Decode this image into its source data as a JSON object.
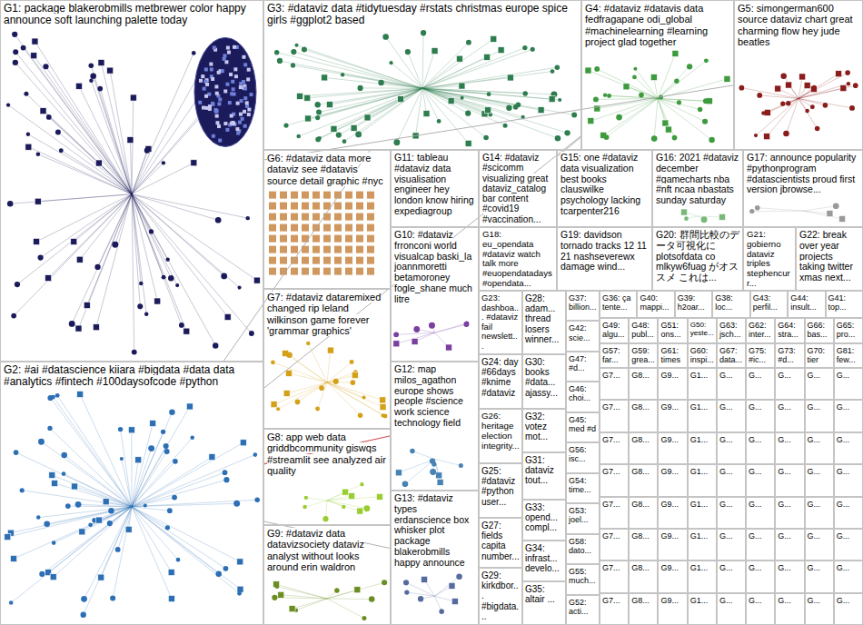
{
  "diagram": {
    "nodes": [
      {
        "text": [
          "G1: package blakerobmills metbrewer color happy announce soft launching palette today"
        ]
      },
      {
        "text": [
          "G3: #dataviz data #tidytuesday #rstats christmas europe spice girls #ggplot2 based"
        ]
      },
      {
        "text": [
          "G4: #dataviz #datavis data fedfragapane odi_global #machinelearning #learning project glad together"
        ]
      },
      {
        "text": [
          "G5: simongerman600 source dataviz chart great charming flow hey jude beatles"
        ]
      },
      {
        "text": [
          "G6: #dataviz data more dataviz see #datavis source detail graphic #nyc"
        ]
      },
      {
        "text": [
          "G11: tableau #dataviz data visualisation engineer hey london know hiring expediagroup"
        ]
      },
      {
        "text": [
          "G14: #dataviz #scicomm visualizing great dataviz_catalog bar content #covid19 #vaccination..."
        ]
      },
      {
        "text": [
          "G15: one #dataviz data visualization best books clauswilke psychology lacking tcarpenter216"
        ]
      },
      {
        "text": [
          "G16: 2021 #dataviz december #gamecharts nba #nft ncaa nbastats sunday saturday"
        ]
      },
      {
        "text": [
          "G17: announce popularity #pythonprogram #datascientists proud first version jbrowse..."
        ]
      },
      {
        "text": [
          "G18: eu_opendata #dataviz watch talk more #euopendatadays #opendata..."
        ]
      },
      {
        "text": [
          "G19: davidson tornado tracks 12 11 21 nashseverewx damage wind..."
        ]
      },
      {
        "text": [
          "G20: 群間比較のデータ可視化に plotsofdata co mlkyw6fuag がオススメ これは..."
        ]
      },
      {
        "text": [
          "G21: gobierno dataviz triples stephencurr..."
        ]
      },
      {
        "text": [
          "G22: break over year projects taking twitter xmas next..."
        ]
      },
      {
        "text": [
          "G7: #dataviz dataremixed changed rip leland wilkinson game forever 'grammar graphics'"
        ]
      },
      {
        "text": [
          "G10: #dataviz frronconi world visualcap baski_la joannmoretti betamoroney fogle_shane much litre"
        ]
      },
      {
        "text": [
          "G2: #ai #datascience kiiara #bigdata #data data #analytics #fintech #100daysofcode #python"
        ]
      },
      {
        "text": [
          "G8: app web data griddbcommunity giswqs #streamlit see analyzed air quality"
        ]
      },
      {
        "text": [
          "G12: map milos_agathon europe shows people #science work science technology field"
        ]
      },
      {
        "text": [
          "G9: #dataviz data datavizsociety dataviz analyst without looks around erin waldron"
        ]
      },
      {
        "text": [
          "G13: #dataviz types erdanscience box whisker plot package blakerobmills happy announce"
        ]
      },
      {
        "text": [
          "G23: dashboa... #dataviz fail newslett..."
        ]
      },
      {
        "text": [
          "G28: adam... thread losers winner..."
        ]
      },
      {
        "text": [
          "G24: day #66days #knime #dataviz"
        ]
      },
      {
        "text": [
          "G30: books #data... ajassy..."
        ]
      },
      {
        "text": [
          "G26: heritage election integrity..."
        ]
      },
      {
        "text": [
          "G32: votez mot..."
        ]
      },
      {
        "text": [
          "G25: #dataviz #python user..."
        ]
      },
      {
        "text": [
          "G31: dataviz tout..."
        ]
      },
      {
        "text": [
          "G27: fields capita number..."
        ]
      },
      {
        "text": [
          "G33: opend... compl..."
        ]
      },
      {
        "text": [
          "G29: kirkdbor... #bigdata..."
        ]
      },
      {
        "text": [
          "G34: infrast... develo..."
        ]
      },
      {
        "text": [
          "G35: altair ..."
        ]
      },
      {
        "text": [
          "G37: billion..."
        ]
      },
      {
        "text": [
          "G42: scie..."
        ]
      },
      {
        "text": [
          "G47: #d..."
        ]
      },
      {
        "text": [
          "G46: choi..."
        ]
      },
      {
        "text": [
          "G45: med #d"
        ]
      },
      {
        "text": [
          "G56: isc..."
        ]
      },
      {
        "text": [
          "G54: time..."
        ]
      },
      {
        "text": [
          "G53: joel..."
        ]
      },
      {
        "text": [
          "G58: dato..."
        ]
      },
      {
        "text": [
          "G55: much..."
        ]
      },
      {
        "text": [
          "G52: acti..."
        ]
      },
      {
        "text": [
          "G36: ça tente..."
        ]
      },
      {
        "text": [
          "G40: mappi..."
        ]
      },
      {
        "text": [
          "G39: h2oar..."
        ]
      },
      {
        "text": [
          "G38: loc..."
        ]
      },
      {
        "text": [
          "G43: perfil..."
        ]
      },
      {
        "text": [
          "G44: insult..."
        ]
      },
      {
        "text": [
          "G41: top..."
        ]
      },
      {
        "text": [
          "G49: algu..."
        ]
      },
      {
        "text": [
          "G48: publ..."
        ]
      },
      {
        "text": [
          "G51: ons..."
        ]
      },
      {
        "text": [
          "G50: yeste..."
        ]
      },
      {
        "text": [
          "G63: jsch..."
        ]
      },
      {
        "text": [
          "G62: inter..."
        ]
      },
      {
        "text": [
          "G64: stra..."
        ]
      },
      {
        "text": [
          "G66: bas..."
        ]
      },
      {
        "text": [
          "G65: pro..."
        ]
      },
      {
        "text": [
          "G57: far..."
        ]
      },
      {
        "text": [
          "G59: grea..."
        ]
      },
      {
        "text": [
          "G61: times"
        ]
      },
      {
        "text": [
          "G60: inspi..."
        ]
      },
      {
        "text": [
          "G67: data..."
        ]
      },
      {
        "text": [
          "G75: #ic..."
        ]
      },
      {
        "text": [
          "G73: #d..."
        ]
      },
      {
        "text": [
          "G70: tier"
        ]
      },
      {
        "text": [
          "G81: few..."
        ]
      },
      {
        "text": [
          "G7..."
        ]
      },
      {
        "text": [
          "G8..."
        ]
      },
      {
        "text": [
          "G9..."
        ]
      },
      {
        "text": [
          "G1..."
        ]
      },
      {
        "text": [
          "G..."
        ]
      },
      {
        "text": [
          "G..."
        ]
      },
      {
        "text": [
          "G..."
        ]
      },
      {
        "text": [
          "G..."
        ]
      },
      {
        "text": [
          "G..."
        ]
      },
      {
        "text": [
          "G7..."
        ]
      },
      {
        "text": [
          "G8..."
        ]
      },
      {
        "text": [
          "G9..."
        ]
      },
      {
        "text": [
          "G1..."
        ]
      },
      {
        "text": [
          "G..."
        ]
      },
      {
        "text": [
          "G..."
        ]
      },
      {
        "text": [
          "G..."
        ]
      },
      {
        "text": [
          "G..."
        ]
      },
      {
        "text": [
          "G..."
        ]
      },
      {
        "text": [
          "G7..."
        ]
      },
      {
        "text": [
          "G8..."
        ]
      },
      {
        "text": [
          "G9..."
        ]
      },
      {
        "text": [
          "G1..."
        ]
      },
      {
        "text": [
          "G..."
        ]
      },
      {
        "text": [
          "G..."
        ]
      },
      {
        "text": [
          "G..."
        ]
      },
      {
        "text": [
          "G..."
        ]
      },
      {
        "text": [
          "G..."
        ]
      },
      {
        "text": [
          "G7..."
        ]
      },
      {
        "text": [
          "G8..."
        ]
      },
      {
        "text": [
          "G9..."
        ]
      },
      {
        "text": [
          "G1..."
        ]
      },
      {
        "text": [
          "G..."
        ]
      },
      {
        "text": [
          "G..."
        ]
      },
      {
        "text": [
          "G..."
        ]
      },
      {
        "text": [
          "G..."
        ]
      },
      {
        "text": [
          "G..."
        ]
      },
      {
        "text": [
          "G7..."
        ]
      },
      {
        "text": [
          "G8..."
        ]
      },
      {
        "text": [
          "G9..."
        ]
      },
      {
        "text": [
          "G1..."
        ]
      },
      {
        "text": [
          "G..."
        ]
      },
      {
        "text": [
          "G..."
        ]
      },
      {
        "text": [
          "G..."
        ]
      },
      {
        "text": [
          "G..."
        ]
      },
      {
        "text": [
          "G..."
        ]
      },
      {
        "text": [
          "G7..."
        ]
      },
      {
        "text": [
          "G8..."
        ]
      },
      {
        "text": [
          "G9..."
        ]
      },
      {
        "text": [
          "G1..."
        ]
      },
      {
        "text": [
          "G..."
        ]
      },
      {
        "text": [
          "G..."
        ]
      },
      {
        "text": [
          "G..."
        ]
      },
      {
        "text": [
          "G..."
        ]
      },
      {
        "text": [
          "G..."
        ]
      },
      {
        "text": [
          "G7..."
        ]
      },
      {
        "text": [
          "G8..."
        ]
      },
      {
        "text": [
          "G9..."
        ]
      },
      {
        "text": [
          "G1..."
        ]
      },
      {
        "text": [
          "G..."
        ]
      },
      {
        "text": [
          "G..."
        ]
      },
      {
        "text": [
          "G..."
        ]
      },
      {
        "text": [
          "G..."
        ]
      },
      {
        "text": [
          "G..."
        ]
      },
      {
        "text": [
          "G7..."
        ]
      },
      {
        "text": [
          "G8..."
        ]
      },
      {
        "text": [
          "G9..."
        ]
      },
      {
        "text": [
          "G1..."
        ]
      },
      {
        "text": [
          "G..."
        ]
      },
      {
        "text": [
          "G..."
        ]
      },
      {
        "text": [
          "G..."
        ]
      },
      {
        "text": [
          "G..."
        ]
      },
      {
        "text": [
          "G..."
        ]
      }
    ],
    "edges": [
      {
        "from": 0,
        "to": 1,
        "arrow": "none"
      },
      {
        "from": 0,
        "to": 17,
        "arrow": "none"
      },
      {
        "from": 17,
        "to": 1,
        "arrow": "none"
      },
      {
        "from": 1,
        "to": 2,
        "arrow": "none"
      },
      {
        "from": 2,
        "to": 3,
        "arrow": "none"
      },
      {
        "from": 0,
        "to": 3,
        "arrow": "none"
      },
      {
        "from": 17,
        "to": 18,
        "arrow": "none"
      },
      {
        "from": 17,
        "to": 19,
        "arrow": "none"
      },
      {
        "from": 17,
        "to": 2,
        "arrow": "none"
      },
      {
        "from": 0,
        "to": 4,
        "arrow": "none"
      },
      {
        "from": 1,
        "to": 4,
        "arrow": "none"
      },
      {
        "from": 17,
        "to": 21,
        "arrow": "none"
      },
      {
        "from": 17,
        "to": 15,
        "arrow": "none"
      },
      {
        "from": 1,
        "to": 5,
        "arrow": "none"
      },
      {
        "from": 2,
        "to": 6,
        "arrow": "none"
      }
    ]
  }
}
